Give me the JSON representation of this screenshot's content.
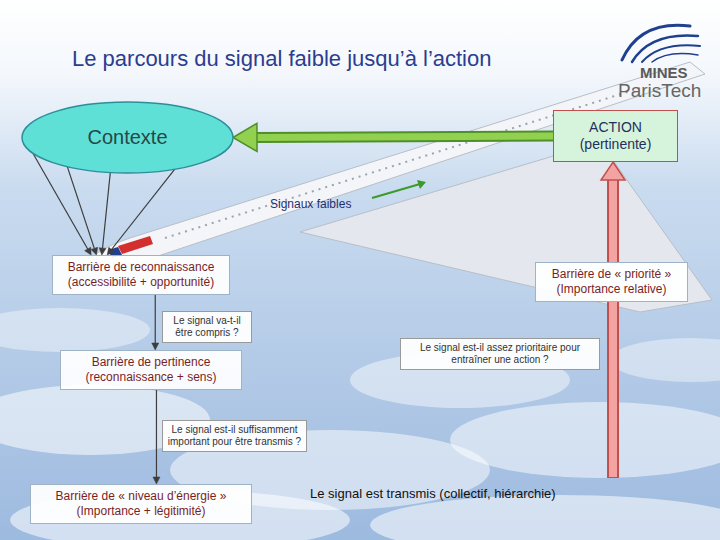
{
  "diagram": {
    "title": "Le parcours du signal faible jusqu’à l’action",
    "nodes": [
      {
        "text": [
          "Contexte"
        ]
      },
      {
        "text": [
          "ACTION (pertinente)"
        ]
      },
      {
        "text": [
          "Barrière de reconnaissance (accessibilité + opportunité)"
        ]
      },
      {
        "text": [
          "Le signal va-t-il être compris ?"
        ]
      },
      {
        "text": [
          "Barrière de pertinence (reconnaissance + sens)"
        ]
      },
      {
        "text": [
          "Le signal est-il suffisamment important pour être transmis ?"
        ]
      },
      {
        "text": [
          "Barrière de « niveau d’énergie » (Importance + légitimité)"
        ]
      },
      {
        "text": [
          "Barrière de « priorité » (Importance relative)"
        ]
      },
      {
        "text": [
          "Le signal est-il assez prioritaire pour entraîner une action ?"
        ]
      }
    ],
    "edges": [
      {
        "from": 0,
        "to": 2,
        "arrow": "to"
      },
      {
        "from": 0,
        "to": 2,
        "arrow": "to"
      },
      {
        "from": 0,
        "to": 2,
        "arrow": "to"
      },
      {
        "from": 0,
        "to": 2,
        "arrow": "to"
      },
      {
        "from": 2,
        "to": 4,
        "arrow": "to"
      },
      {
        "from": 4,
        "to": 6,
        "arrow": "to"
      },
      {
        "from": 7,
        "to": 1,
        "arrow": "to"
      },
      {
        "from": 1,
        "to": 0,
        "arrow": "to"
      }
    ],
    "labels": [
      "MINES",
      "ParisTech",
      "Signaux faibles",
      "Le signal est transmis (collectif, hiérarchie)"
    ]
  }
}
